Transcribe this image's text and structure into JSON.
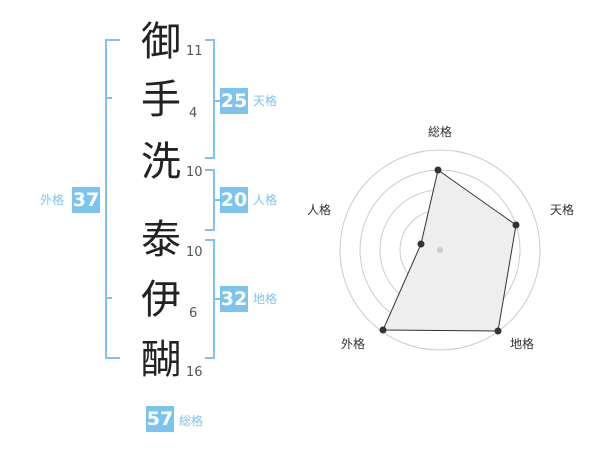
{
  "name": {
    "chars": [
      {
        "char": "御",
        "strokes": "11"
      },
      {
        "char": "手",
        "strokes": "4"
      },
      {
        "char": "洗",
        "strokes": "10"
      },
      {
        "char": "泰",
        "strokes": "10"
      },
      {
        "char": "伊",
        "strokes": "6"
      },
      {
        "char": "醐",
        "strokes": "16"
      }
    ]
  },
  "fortune": {
    "tenkaku": {
      "value": "25",
      "label": "天格"
    },
    "jinkaku": {
      "value": "20",
      "label": "人格"
    },
    "chikaku": {
      "value": "32",
      "label": "地格"
    },
    "gaikaku": {
      "value": "37",
      "label": "外格"
    },
    "soukaku": {
      "value": "57",
      "label": "総格"
    }
  },
  "radar": {
    "labels": {
      "top": "総格",
      "right": "天格",
      "bottom_right": "地格",
      "bottom_left": "外格",
      "left": "人格"
    },
    "colors": {
      "accent": "#7cc4ee",
      "grid": "#cccccc",
      "fill": "#eeeeee",
      "line": "#333333"
    }
  }
}
